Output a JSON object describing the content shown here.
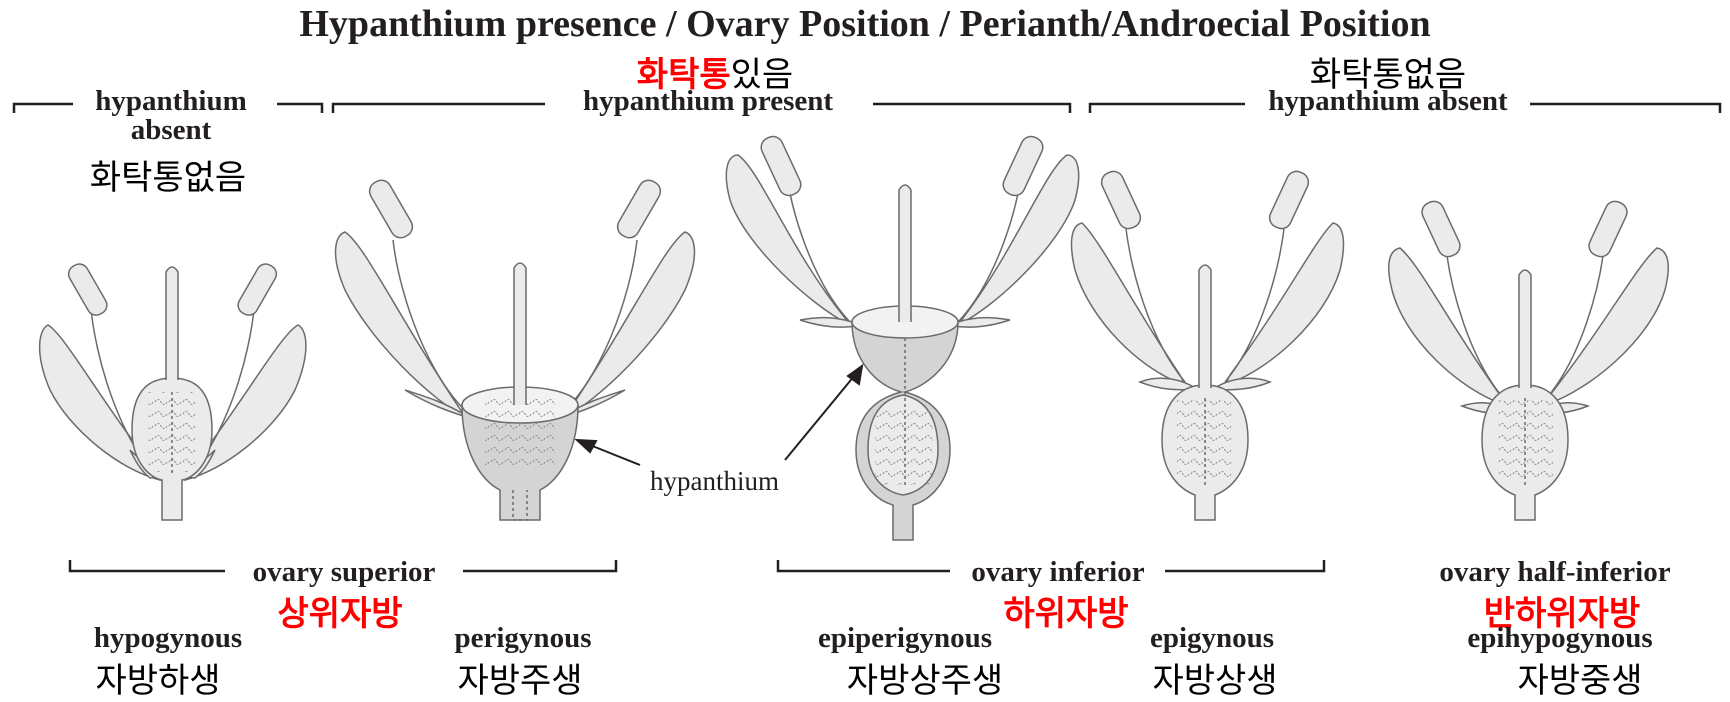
{
  "title": "Hypanthium presence   /   Ovary Position   /   Perianth/Androecial Position",
  "colors": {
    "accent_red": "#ff0000",
    "ink": "#231f20",
    "tissue_fill": "#ebebeb",
    "hypanthium_fill": "#d4d4d4"
  },
  "hypanthium_groups": {
    "absent_left": {
      "label_line1": "hypanthium",
      "label_line2": "absent",
      "korean": "화탁통없음"
    },
    "present": {
      "label": "hypanthium present",
      "korean_red": "화탁통",
      "korean_rest": "있음"
    },
    "absent_right": {
      "label": "hypanthium absent",
      "korean": "화탁통없음"
    }
  },
  "hypanthium_callout": "hypanthium",
  "ovary_groups": {
    "superior": {
      "label": "ovary superior",
      "korean": "상위자방"
    },
    "inferior": {
      "label": "ovary inferior",
      "korean": "하위자방"
    },
    "half_inferior": {
      "label": "ovary half-inferior",
      "korean": "반하위자방"
    }
  },
  "flowers": [
    {
      "term": "hypogynous",
      "korean": "자방하생"
    },
    {
      "term": "perigynous",
      "korean": "자방주생"
    },
    {
      "term": "epiperigynous",
      "korean": "자방상주생"
    },
    {
      "term": "epigynous",
      "korean": "자방상생"
    },
    {
      "term": "epihypogynous",
      "korean": "자방중생"
    }
  ]
}
